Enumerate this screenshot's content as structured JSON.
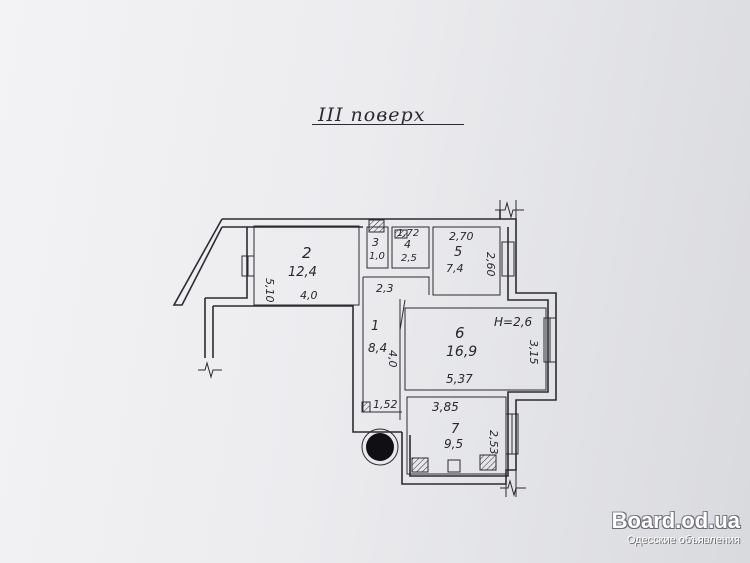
{
  "title": "III  поверх",
  "rooms": [
    {
      "number": "1",
      "area": "8,4",
      "dims": [
        "4,0",
        "2,3",
        "1,52"
      ]
    },
    {
      "number": "2",
      "area": "12,4",
      "dims": [
        "5,10",
        "4,0"
      ]
    },
    {
      "number": "3",
      "area": "1,0",
      "dims": []
    },
    {
      "number": "4",
      "area": "2,5",
      "dims": [
        "1,72"
      ]
    },
    {
      "number": "5",
      "area": "7,4",
      "dims": [
        "2,70",
        "2,60"
      ]
    },
    {
      "number": "6",
      "area": "16,9",
      "dims": [
        "3,15",
        "5,37"
      ],
      "height": "H=2,6"
    },
    {
      "number": "7",
      "area": "9,5",
      "dims": [
        "3,85",
        "2,53"
      ]
    }
  ],
  "watermark": {
    "brand": "Board.od.ua",
    "subtitle": "Одесские объявления"
  }
}
